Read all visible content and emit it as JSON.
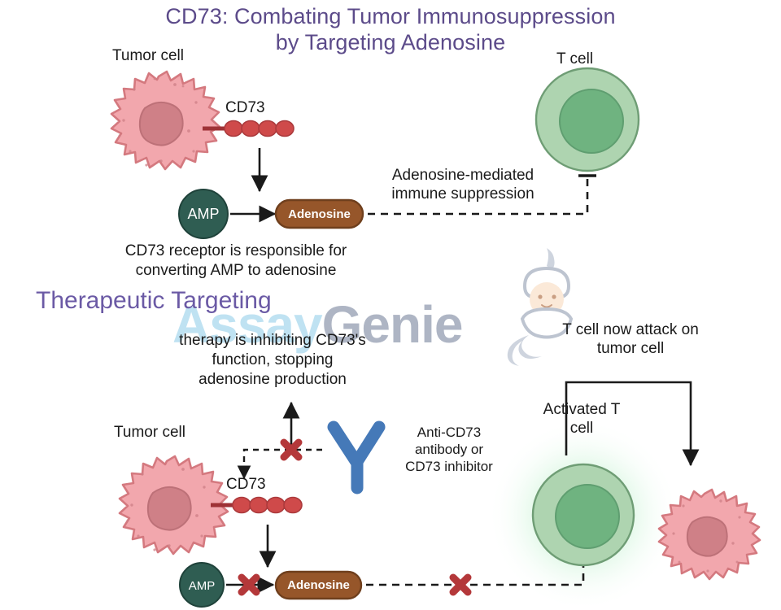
{
  "title": {
    "line1": "CD73: Combating Tumor Immunosuppression",
    "line2": "by Targeting Adenosine",
    "color": "#5c4b8a"
  },
  "watermark": {
    "word1": "Assay",
    "word2": "Genie",
    "word1_color": "#bfe2f2",
    "word2_color": "#aeb5c4",
    "mascot": "genie-mascot"
  },
  "panel_top": {
    "tumor_cell_label": "Tumor cell",
    "cd73_label": "CD73",
    "amp_label": "AMP",
    "adenosine_label": "Adenosine",
    "t_cell_label": "T cell",
    "suppression_label_line1": "Adenosine-mediated",
    "suppression_label_line2": "immune suppression",
    "caption_line1": "CD73 receptor is responsible for",
    "caption_line2": "converting AMP to adenosine"
  },
  "panel_bottom": {
    "section_heading": "Therapeutic Targeting",
    "therapy_line1": "therapy is inhibiting CD73's",
    "therapy_line2": "function, stopping",
    "therapy_line3": "adenosine production",
    "tumor_cell_label": "Tumor cell",
    "cd73_label": "CD73",
    "amp_label": "AMP",
    "adenosine_label": "Adenosine",
    "antibody_label_line1": "Anti-CD73",
    "antibody_label_line2": "antibody or",
    "antibody_label_line3": "CD73 inhibitor",
    "activated_t_cell_line1": "Activated T",
    "activated_t_cell_line2": "cell",
    "attack_label_line1": "T cell now attack on",
    "attack_label_line2": "tumor cell"
  },
  "colors": {
    "tumor_fill": "#f2a7ad",
    "tumor_stroke": "#d4797f",
    "tumor_nucleus": "#cf8087",
    "cd73_receptor": "#cf4a4a",
    "amp_fill": "#2f5d52",
    "adenosine_fill": "#96562a",
    "adenosine_stroke": "#7a4420",
    "t_cell_outer": "#aed4b0",
    "t_cell_nucleus": "#6fb380",
    "antibody": "#4579b8",
    "x_mark": "#b4383a",
    "arrow": "#1a1a1a",
    "glow": "#8fe3a6"
  }
}
